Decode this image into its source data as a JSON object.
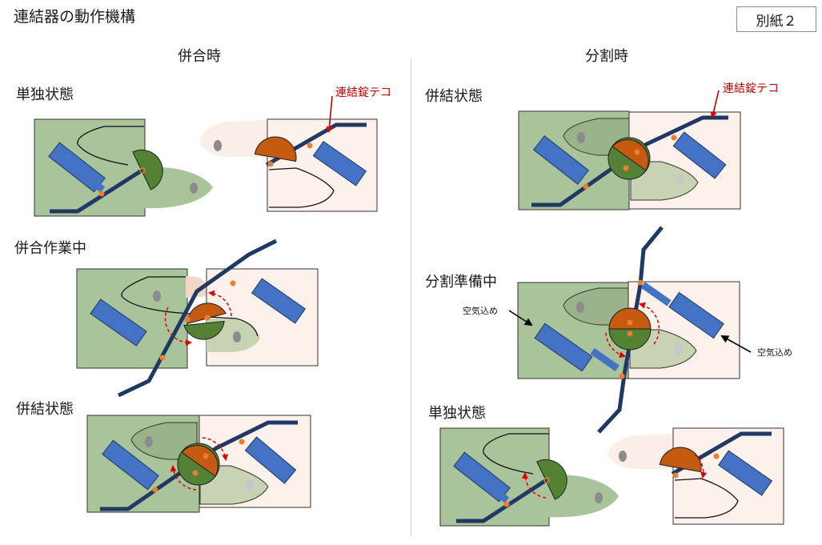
{
  "title": "連結器の動作機構",
  "sheet_label": "別紙２",
  "columns": {
    "left": {
      "heading": "併合時"
    },
    "right": {
      "heading": "分割時"
    }
  },
  "states": {
    "left_1": "単独状態",
    "left_2": "併合作業中",
    "left_3": "併結状態",
    "right_1": "併結状態",
    "right_2": "分割準備中",
    "right_3": "単独状態"
  },
  "callouts": {
    "lock_left": "連結錠テコ",
    "lock_right": "連結錠テコ",
    "air_left": "空気込め",
    "air_right": "空気込め"
  },
  "colors": {
    "green_panel": "#a9c49a",
    "pink_panel": "#fbeee7",
    "lever": "#1f3864",
    "cylinder": "#4472c4",
    "green_disc": "#548235",
    "orange_disc": "#c55a11",
    "pivot": "#ed7d31",
    "arrow": "#e00000"
  }
}
